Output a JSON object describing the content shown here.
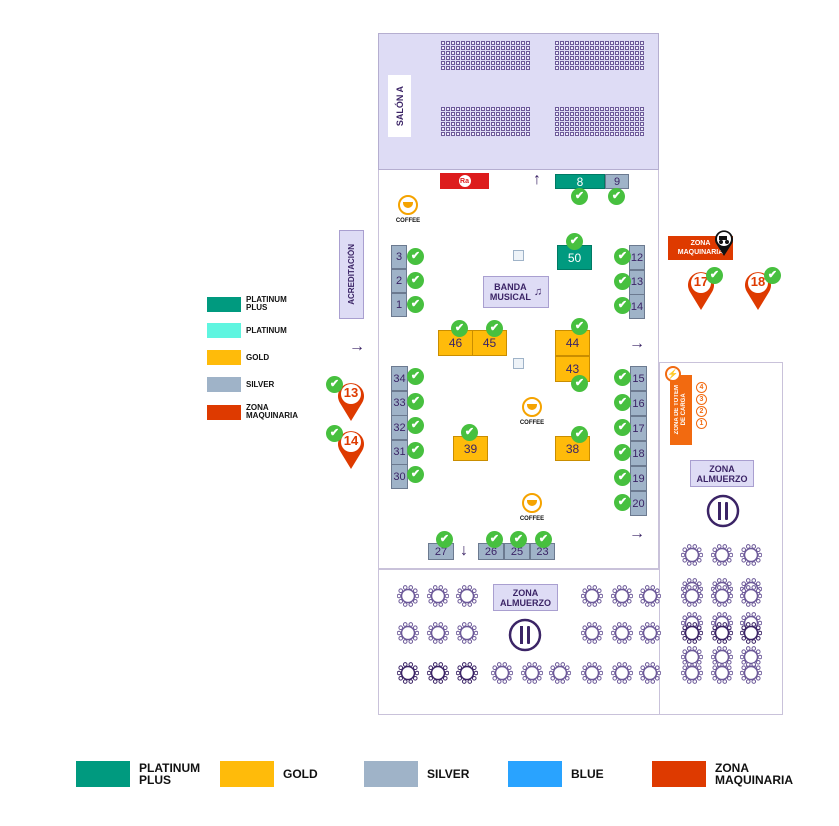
{
  "colors": {
    "platinum_plus": "#009a7f",
    "platinum": "#5ff5e0",
    "gold": "#ffbb0a",
    "silver": "#9fb3c8",
    "blue": "#29a3ff",
    "zona_maquinaria": "#de3a00",
    "check": "#47c03f",
    "accent_purple": "#3b2466",
    "hall_fill": "#dedcf5"
  },
  "salon": {
    "label": "SALÓN A"
  },
  "acreditacion": {
    "label": "ACREDITACIÓN"
  },
  "sponsor_ra": {
    "label": "Ra"
  },
  "banda": {
    "label_line1": "BANDA",
    "label_line2": "MUSICAL",
    "icon": "music-note-icon"
  },
  "coffee_label": "COFFEE",
  "zona_maquinaria": {
    "line1": "ZONA",
    "line2": "MAQUINARIA",
    "icon": "tractor-icon"
  },
  "totem": {
    "label_line1": "ZONA DE TOTEM",
    "label_line2": "DE CARGA",
    "slots": [
      "1",
      "2",
      "3",
      "4"
    ],
    "icon": "lightning-icon"
  },
  "almuerzo": {
    "line1": "ZONA",
    "line2": "ALMUERZO",
    "icon": "fork-knife-icon"
  },
  "markers": [
    {
      "id": "13",
      "checked": true
    },
    {
      "id": "14",
      "checked": true
    },
    {
      "id": "17",
      "checked": true
    },
    {
      "id": "18",
      "checked": true
    }
  ],
  "booths": {
    "top": [
      {
        "id": "8",
        "tier": "platinum_plus",
        "checked": true
      },
      {
        "id": "9",
        "tier": "silver",
        "checked": true
      }
    ],
    "left_top": [
      {
        "id": "3",
        "tier": "silver",
        "checked": true
      },
      {
        "id": "2",
        "tier": "silver",
        "checked": true
      },
      {
        "id": "1",
        "tier": "silver",
        "checked": true
      }
    ],
    "left_bottom": [
      {
        "id": "34",
        "tier": "silver",
        "checked": true
      },
      {
        "id": "33",
        "tier": "silver",
        "checked": true
      },
      {
        "id": "32",
        "tier": "silver",
        "checked": true
      },
      {
        "id": "31",
        "tier": "silver",
        "checked": true
      },
      {
        "id": "30",
        "tier": "silver",
        "checked": true
      }
    ],
    "right_top": [
      {
        "id": "12",
        "tier": "silver",
        "checked": true
      },
      {
        "id": "13",
        "tier": "silver",
        "checked": true
      },
      {
        "id": "14",
        "tier": "silver",
        "checked": true
      }
    ],
    "right_bottom": [
      {
        "id": "15",
        "tier": "silver",
        "checked": true
      },
      {
        "id": "16",
        "tier": "silver",
        "checked": true
      },
      {
        "id": "17",
        "tier": "silver",
        "checked": true
      },
      {
        "id": "18",
        "tier": "silver",
        "checked": true
      },
      {
        "id": "19",
        "tier": "silver",
        "checked": true
      },
      {
        "id": "20",
        "tier": "silver",
        "checked": true
      }
    ],
    "center": [
      {
        "id": "50",
        "tier": "platinum_plus",
        "checked": true
      },
      {
        "id": "46",
        "tier": "gold",
        "checked": true
      },
      {
        "id": "45",
        "tier": "gold",
        "checked": true
      },
      {
        "id": "44",
        "tier": "gold",
        "checked": true
      },
      {
        "id": "43",
        "tier": "gold",
        "checked": true
      },
      {
        "id": "39",
        "tier": "gold",
        "checked": true
      },
      {
        "id": "38",
        "tier": "gold",
        "checked": true
      }
    ],
    "bottom": [
      {
        "id": "27",
        "tier": "silver",
        "checked": true
      },
      {
        "id": "26",
        "tier": "silver",
        "checked": true
      },
      {
        "id": "25",
        "tier": "silver",
        "checked": true
      },
      {
        "id": "23",
        "tier": "silver",
        "checked": true
      }
    ]
  },
  "side_legend": [
    {
      "label_line1": "PLATINUM",
      "label_line2": "PLUS",
      "color": "#009a7f"
    },
    {
      "label_line1": "PLATINUM",
      "label_line2": "",
      "color": "#5ff5e0"
    },
    {
      "label_line1": "GOLD",
      "label_line2": "",
      "color": "#ffbb0a"
    },
    {
      "label_line1": "SILVER",
      "label_line2": "",
      "color": "#9fb3c8"
    },
    {
      "label_line1": "ZONA",
      "label_line2": "MAQUINARIA",
      "color": "#de3a00"
    }
  ],
  "bottom_legend": [
    {
      "label_line1": "PLATINUM",
      "label_line2": "PLUS",
      "color": "#009a7f"
    },
    {
      "label_line1": "GOLD",
      "label_line2": "",
      "color": "#ffbb0a"
    },
    {
      "label_line1": "SILVER",
      "label_line2": "",
      "color": "#9fb3c8"
    },
    {
      "label_line1": "BLUE",
      "label_line2": "",
      "color": "#29a3ff"
    },
    {
      "label_line1": "ZONA",
      "label_line2": "MAQUINARIA",
      "color": "#de3a00"
    }
  ]
}
